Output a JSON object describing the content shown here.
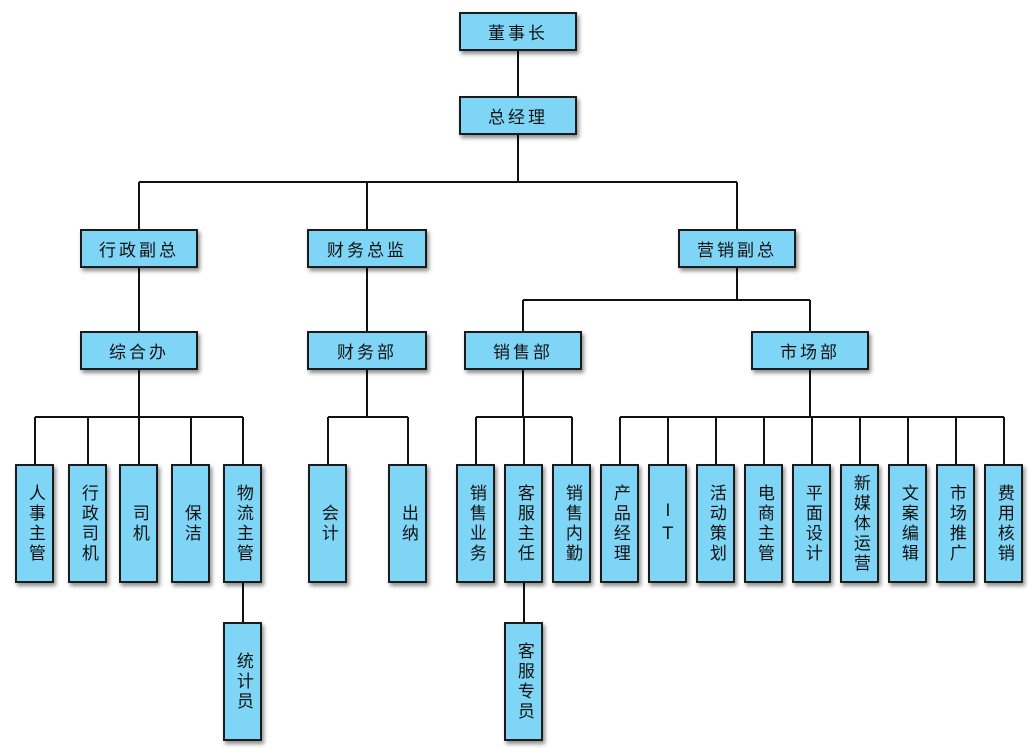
{
  "nodes": {
    "chairman": "董事长",
    "gm": "总经理",
    "admin_vp": "行政副总",
    "finance_director": "财务总监",
    "marketing_vp": "营销副总",
    "general_office": "综合办",
    "finance_dept": "财务部",
    "sales_dept": "销售部",
    "market_dept": "市场部",
    "hr_supervisor": "人事主管",
    "admin_driver": "行政司机",
    "driver": "司机",
    "cleaning": "保洁",
    "logistics_supervisor": "物流主管",
    "statistician": "统计员",
    "accountant": "会计",
    "cashier": "出纳",
    "sales_business": "销售业务",
    "cs_supervisor": "客服主任",
    "sales_internal": "销售内勤",
    "cs_specialist": "客服专员",
    "product_manager": "产品经理",
    "it": "IT",
    "event_planning": "活动策划",
    "ecommerce_supervisor": "电商主管",
    "graphic_design": "平面设计",
    "new_media_ops": "新媒体运营",
    "copy_editor": "文案编辑",
    "market_promotion": "市场推广",
    "expense_verification": "费用核销"
  },
  "edges": [
    [
      "chairman",
      "gm"
    ],
    [
      "gm",
      "admin_vp"
    ],
    [
      "gm",
      "finance_director"
    ],
    [
      "gm",
      "marketing_vp"
    ],
    [
      "admin_vp",
      "general_office"
    ],
    [
      "finance_director",
      "finance_dept"
    ],
    [
      "marketing_vp",
      "sales_dept"
    ],
    [
      "marketing_vp",
      "market_dept"
    ],
    [
      "general_office",
      "hr_supervisor"
    ],
    [
      "general_office",
      "admin_driver"
    ],
    [
      "general_office",
      "driver"
    ],
    [
      "general_office",
      "cleaning"
    ],
    [
      "general_office",
      "logistics_supervisor"
    ],
    [
      "logistics_supervisor",
      "statistician"
    ],
    [
      "finance_dept",
      "accountant"
    ],
    [
      "finance_dept",
      "cashier"
    ],
    [
      "sales_dept",
      "sales_business"
    ],
    [
      "sales_dept",
      "cs_supervisor"
    ],
    [
      "sales_dept",
      "sales_internal"
    ],
    [
      "cs_supervisor",
      "cs_specialist"
    ],
    [
      "market_dept",
      "product_manager"
    ],
    [
      "market_dept",
      "it"
    ],
    [
      "market_dept",
      "event_planning"
    ],
    [
      "market_dept",
      "ecommerce_supervisor"
    ],
    [
      "market_dept",
      "graphic_design"
    ],
    [
      "market_dept",
      "new_media_ops"
    ],
    [
      "market_dept",
      "copy_editor"
    ],
    [
      "market_dept",
      "market_promotion"
    ],
    [
      "market_dept",
      "expense_verification"
    ]
  ],
  "colors": {
    "node_fill": "#7fd5f6",
    "node_border": "#1b1b1b",
    "line": "#111111"
  }
}
